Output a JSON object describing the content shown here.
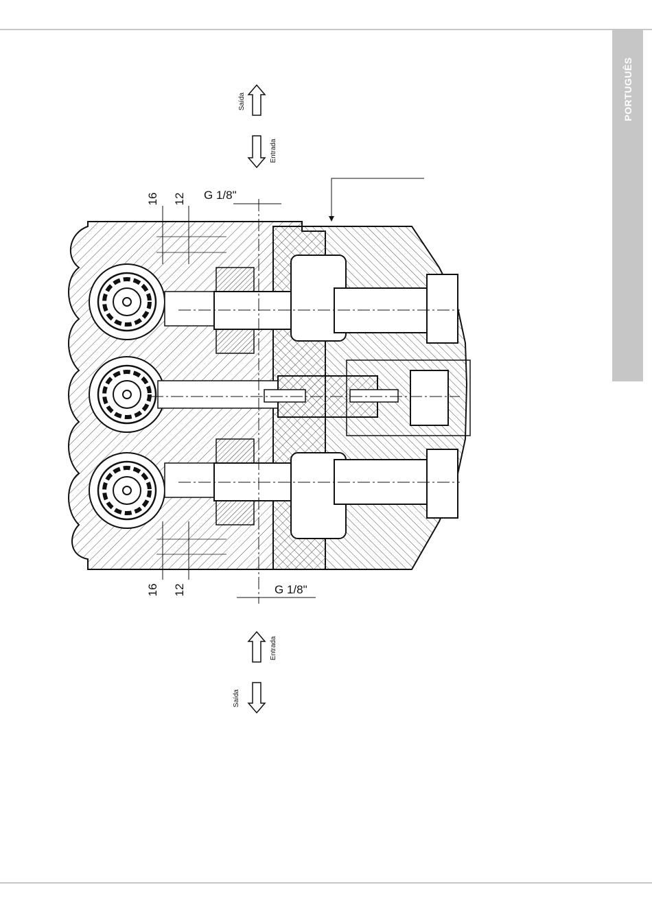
{
  "language_tab": "PORTUGUÊS",
  "flow_labels": {
    "outlet": "Saída",
    "inlet": "Entrada"
  },
  "dimensions": {
    "d16": "16",
    "d12": "12",
    "thread": "G 1/8\""
  }
}
